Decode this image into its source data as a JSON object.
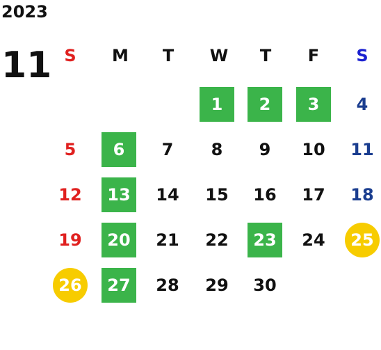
{
  "calendar": {
    "year": "2023",
    "month": "11",
    "weekdays": [
      "S",
      "M",
      "T",
      "W",
      "T",
      "F",
      "S"
    ],
    "colors": {
      "sunday": "#e0201f",
      "saturday_header": "#1a20d0",
      "saturday": "#1a3d8f",
      "weekday": "#111111",
      "green_highlight": "#3bb44a",
      "yellow_highlight": "#f7cc00"
    },
    "weeks": [
      [
        {
          "day": "",
          "mark": ""
        },
        {
          "day": "",
          "mark": ""
        },
        {
          "day": "",
          "mark": ""
        },
        {
          "day": "1",
          "mark": "green"
        },
        {
          "day": "2",
          "mark": "green"
        },
        {
          "day": "3",
          "mark": "green"
        },
        {
          "day": "4",
          "mark": ""
        }
      ],
      [
        {
          "day": "5",
          "mark": ""
        },
        {
          "day": "6",
          "mark": "green"
        },
        {
          "day": "7",
          "mark": ""
        },
        {
          "day": "8",
          "mark": ""
        },
        {
          "day": "9",
          "mark": ""
        },
        {
          "day": "10",
          "mark": ""
        },
        {
          "day": "11",
          "mark": ""
        }
      ],
      [
        {
          "day": "12",
          "mark": ""
        },
        {
          "day": "13",
          "mark": "green"
        },
        {
          "day": "14",
          "mark": ""
        },
        {
          "day": "15",
          "mark": ""
        },
        {
          "day": "16",
          "mark": ""
        },
        {
          "day": "17",
          "mark": ""
        },
        {
          "day": "18",
          "mark": ""
        }
      ],
      [
        {
          "day": "19",
          "mark": ""
        },
        {
          "day": "20",
          "mark": "green"
        },
        {
          "day": "21",
          "mark": ""
        },
        {
          "day": "22",
          "mark": ""
        },
        {
          "day": "23",
          "mark": "green"
        },
        {
          "day": "24",
          "mark": ""
        },
        {
          "day": "25",
          "mark": "yellow"
        }
      ],
      [
        {
          "day": "26",
          "mark": "yellow"
        },
        {
          "day": "27",
          "mark": "green"
        },
        {
          "day": "28",
          "mark": ""
        },
        {
          "day": "29",
          "mark": ""
        },
        {
          "day": "30",
          "mark": ""
        },
        {
          "day": "",
          "mark": ""
        },
        {
          "day": "",
          "mark": ""
        }
      ]
    ]
  }
}
